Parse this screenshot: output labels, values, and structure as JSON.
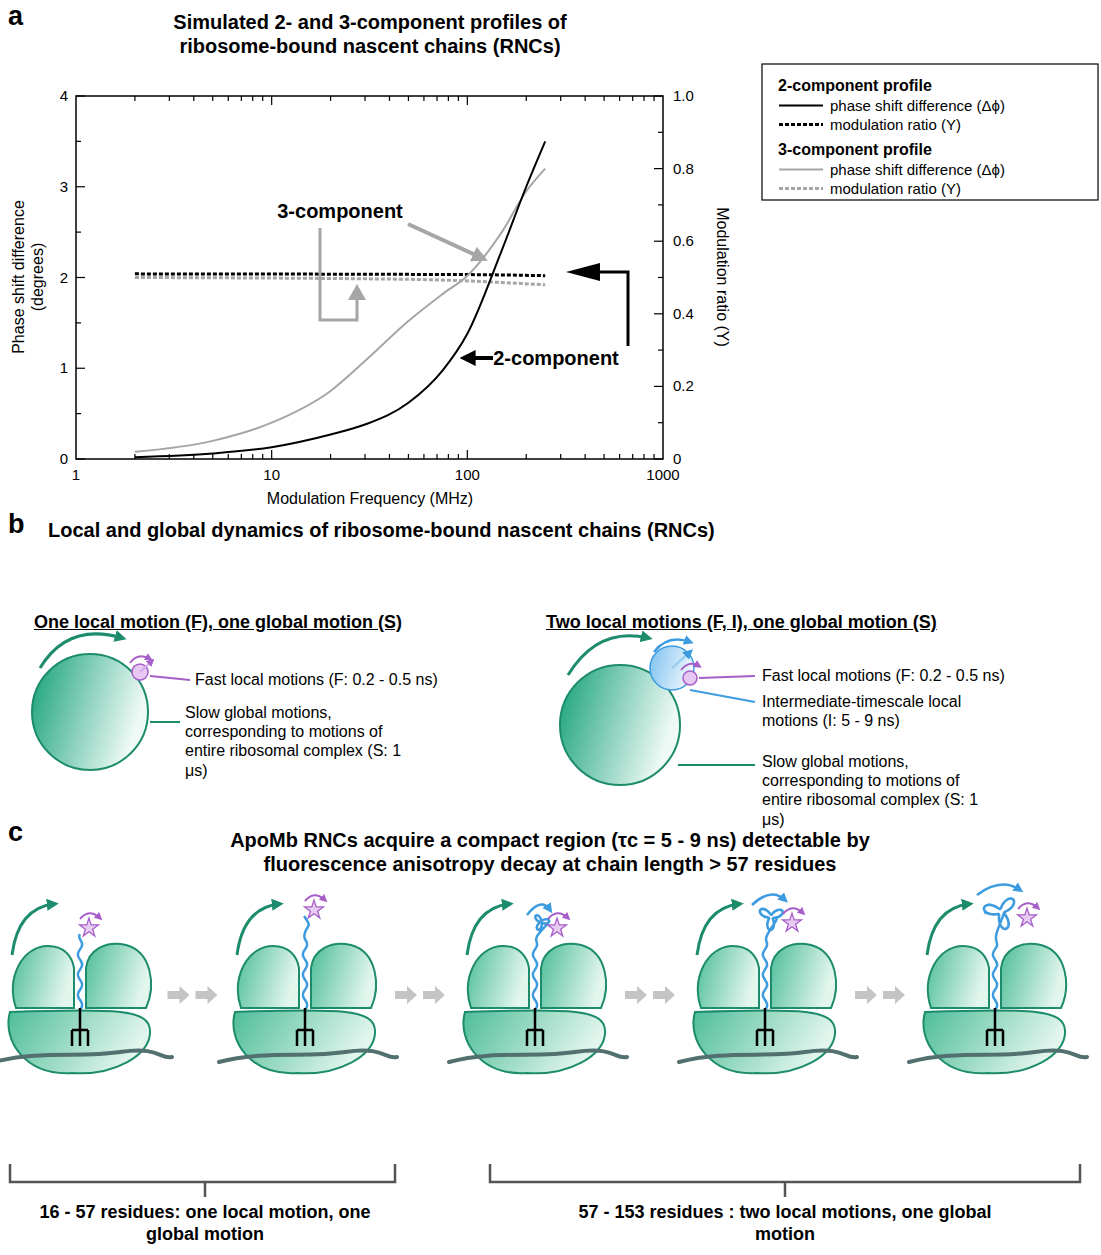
{
  "diagram": {
    "labels": [
      "a",
      "Simulated 2- and 3-component profiles of ribosome-bound nascent chains (RNCs)",
      "0",
      "1",
      "2",
      "3",
      "4",
      "0",
      "0.2",
      "0.4",
      "0.6",
      "0.8",
      "1.0",
      "1",
      "10",
      "100",
      "1000",
      "Phase shift difference (degrees)",
      "Modulation ratio (Y)",
      "Modulation Frequency (MHz)",
      "3-component",
      "2-component",
      "2-component profile",
      "3-component profile",
      "b",
      "Local and global dynamics of ribosome-bound nascent chains (RNCs)",
      "One local motion (F), one global motion (S)",
      "Fast local motions (F: 0.2 - 0.5 ns)",
      "Slow global motions, corresponding to motions of entire ribosomal complex (S: 1 μs)",
      "Two local motions (F, I), one global motion (S)",
      "Fast local motions (F: 0.2 - 0.5 ns)",
      "Intermediate-timescale local motions (I: 5 - 9 ns)",
      "Slow global motions, corresponding to motions of entire ribosomal complex (S: 1 μs)",
      "c",
      "ApoMb RNCs acquire a compact region (τc = 5 - 9 ns) detectable by fluorescence anisotropy decay at chain length > 57 residues",
      "16 - 57 residues: one local motion, one global motion",
      "57 - 153 residues : two local motions, one global motion"
    ],
    "legend": [
      {
        "text": "phase shift difference (Δϕ)"
      },
      {
        "text": "modulation ratio (Y)"
      },
      {
        "text": "phase shift difference (Δϕ)"
      },
      {
        "text": "modulation ratio (Y)"
      }
    ]
  }
}
